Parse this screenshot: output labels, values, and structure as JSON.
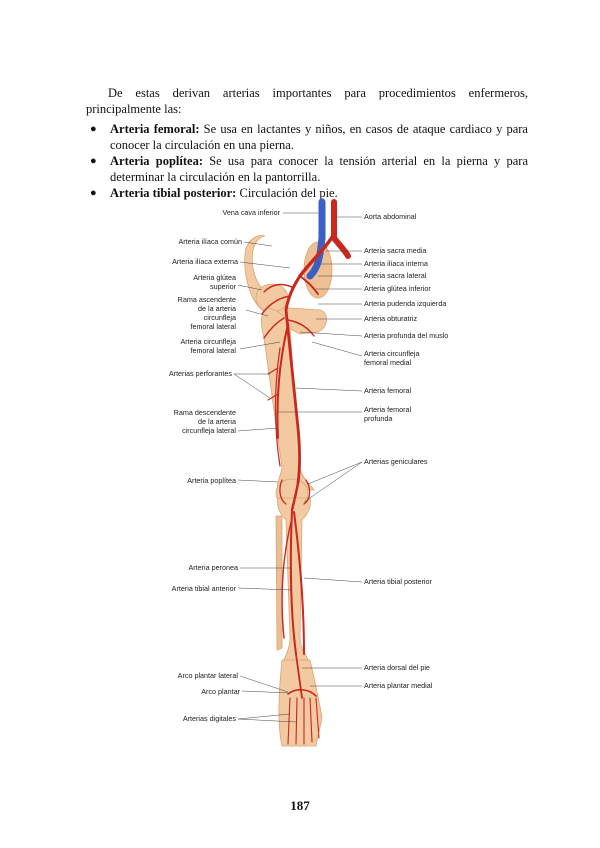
{
  "intro": {
    "text": "De estas derivan arterias importantes para procedimientos enfermeros, principalmente las:"
  },
  "bullets": [
    {
      "term": "Arteria femoral:",
      "text": " Se usa en lactantes y niños, en casos de ataque cardiaco y para conocer la circulación en una pierna."
    },
    {
      "term": "Arteria poplítea:",
      "text": " Se usa para conocer la tensión arterial en la pierna y para determinar la circulación en la pantorrilla."
    },
    {
      "term": "Arteria tibial posterior:",
      "text": " Circulación del pie."
    }
  ],
  "figure": {
    "labels_left": [
      "Vena cava inferior",
      "Arteria ilíaca común",
      "Arteria ilíaca externa",
      "Arteria glútea",
      "superior",
      "Rama ascendente",
      "de la arteria",
      "circunfleja",
      "femoral lateral",
      "Arteria circunfleja",
      "femoral lateral",
      "Arterias perforantes",
      "Rama descendente",
      "de la arteria",
      "circunfleja lateral",
      "Arteria poplítea",
      "Arteria peronea",
      "Arteria tibial anterior",
      "Arco plantar lateral",
      "Arco plantar",
      "Arterias digitales"
    ],
    "labels_right": [
      "Aorta abdominal",
      "Arteria sacra media",
      "Arteria ilíaca interna",
      "Arteria sacra lateral",
      "Arteria glútea inferior",
      "Arteria pudenda izquierda",
      "Arteria obturatriz",
      "Arteria profunda del muslo",
      "Arteria circunfleja",
      "femoral medial",
      "Arteria femoral",
      "Arteria femoral",
      "profunda",
      "Arterias geniculares",
      "Arteria tibial posterior",
      "Arteria dorsal del pie",
      "Arteria plantar medial"
    ],
    "colors": {
      "bone": "#f2c9a0",
      "artery": "#c8281e",
      "vein": "#3b5fc4",
      "leader": "#444444"
    }
  },
  "page_number": "187"
}
